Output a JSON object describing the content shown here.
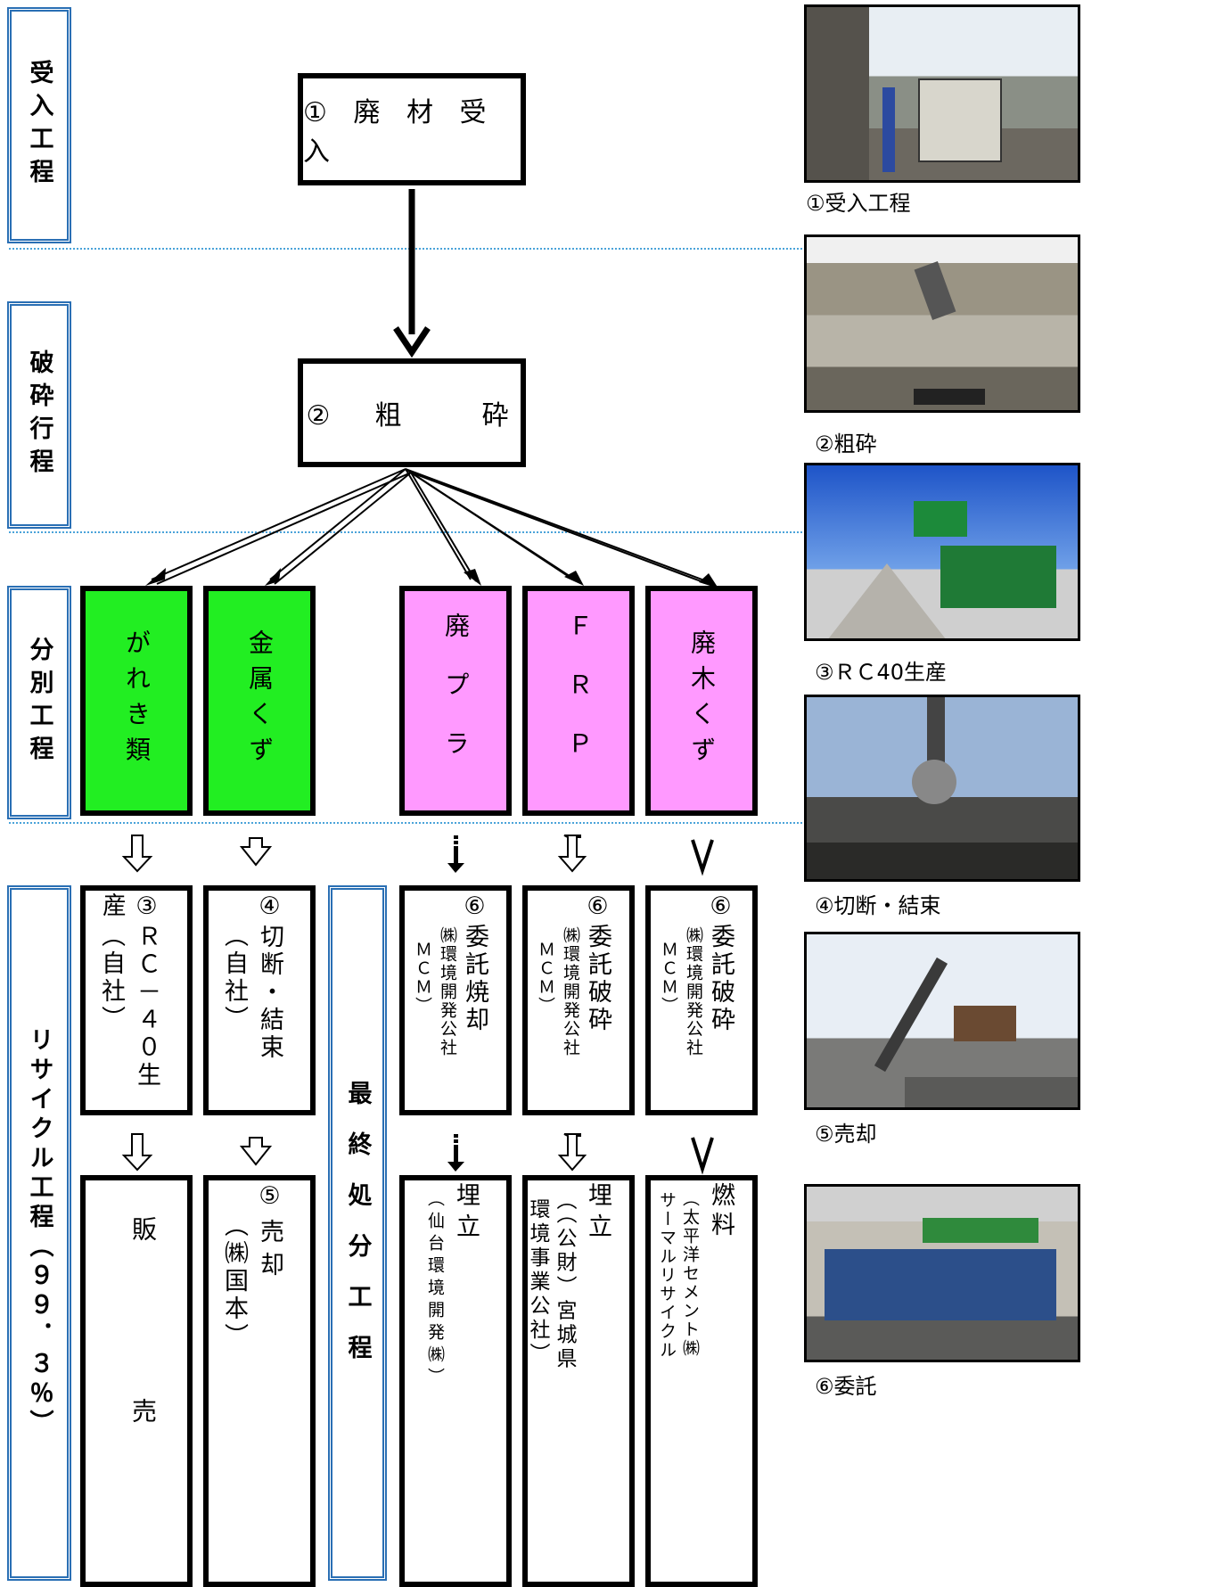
{
  "stages": {
    "receive": "受入工程",
    "crush": "破砕行程",
    "sort": "分別工程",
    "recycle": "リサイクル工程（９９．３％）",
    "final": "最終処分工程"
  },
  "top_boxes": {
    "receive": "① 廃 材 受 入",
    "crush": "②　粗　　砕"
  },
  "categories": [
    "がれき類",
    "金属くず",
    "廃プラ",
    "ＦＲＰ",
    "廃木くず"
  ],
  "process": [
    {
      "title": "③ＲＣ－４０生産",
      "sub": "（自社）"
    },
    {
      "title": "④切断・結束",
      "sub": "（自社）"
    },
    {
      "title": "⑥委託焼却",
      "sub1": "㈱環境開発公社",
      "sub2": "ＭＣＭ）"
    },
    {
      "title": "⑥委託破砕",
      "sub1": "㈱環境開発公社",
      "sub2": "ＭＣＭ）"
    },
    {
      "title": "⑥委託破砕",
      "sub1": "㈱環境開発公社",
      "sub2": "ＭＣＭ）"
    }
  ],
  "final": [
    {
      "title": "販　　売"
    },
    {
      "title": "⑤売却",
      "sub": "（㈱国本）"
    },
    {
      "title": "埋立",
      "sub": "（仙台環境開発㈱）"
    },
    {
      "title": "埋立",
      "sub": "（（公財）宮城県",
      "sub2": "環境事業公社）"
    },
    {
      "title": "燃料",
      "sub": "（太平洋セメント㈱",
      "sub2": "サーマルリサイクル"
    }
  ],
  "captions": [
    "①受入工程",
    "②粗砕",
    "③ＲＣ40生産",
    "④切断・結束",
    "⑤売却",
    "⑥委託"
  ],
  "colors": {
    "stage_border": "#2a6fb4",
    "green": "#22ee22",
    "pink": "#ff99ff",
    "separator": "#4aa3d9"
  }
}
